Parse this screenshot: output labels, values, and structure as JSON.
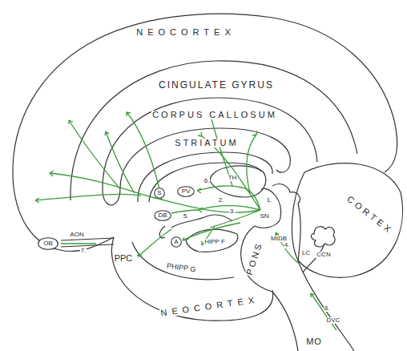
{
  "diagram": {
    "nodes": [
      {
        "text": [
          "OB"
        ]
      },
      {
        "text": [
          "S"
        ]
      },
      {
        "text": [
          "PV"
        ]
      },
      {
        "text": [
          "DB"
        ]
      },
      {
        "text": [
          "A"
        ]
      }
    ],
    "labels": [
      "NEOCORTEX",
      "CINGULATE GYRUS",
      "CORPUS CALLOSUM",
      "STRIATUM",
      "TH",
      "CORTEX",
      "CCN",
      "MIDB",
      "SN",
      "LC",
      "PONS",
      "MO",
      "DVC",
      "AON",
      "PPC",
      "HIPP F",
      "PHIPP G",
      "NEOCORTEX",
      "1.",
      "2.",
      "3.",
      "4.",
      "5.",
      "6.",
      "7.",
      "8."
    ]
  }
}
